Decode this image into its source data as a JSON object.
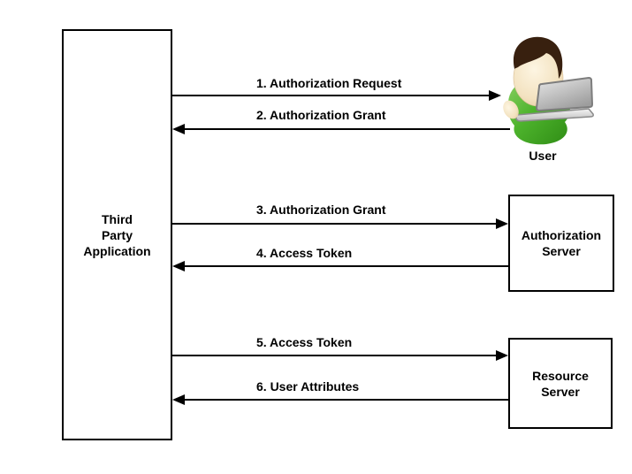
{
  "diagram": {
    "type": "sequence-flow",
    "actors": {
      "third_party_application": {
        "lines": [
          "Third",
          "Party",
          "Application"
        ]
      },
      "user": {
        "label": "User"
      },
      "authorization_server": {
        "lines": [
          "Authorization",
          "Server"
        ]
      },
      "resource_server": {
        "lines": [
          "Resource",
          "Server"
        ]
      }
    },
    "messages": [
      {
        "step": 1,
        "label": "1. Authorization Request",
        "from": "third_party_application",
        "to": "user",
        "direction": "right"
      },
      {
        "step": 2,
        "label": "2. Authorization Grant",
        "from": "user",
        "to": "third_party_application",
        "direction": "left"
      },
      {
        "step": 3,
        "label": "3. Authorization Grant",
        "from": "third_party_application",
        "to": "authorization_server",
        "direction": "right"
      },
      {
        "step": 4,
        "label": "4. Access Token",
        "from": "authorization_server",
        "to": "third_party_application",
        "direction": "left"
      },
      {
        "step": 5,
        "label": "5. Access Token",
        "from": "third_party_application",
        "to": "resource_server",
        "direction": "right"
      },
      {
        "step": 6,
        "label": "6. User Attributes",
        "from": "resource_server",
        "to": "third_party_application",
        "direction": "left"
      }
    ],
    "colors": {
      "background": "#ffffff",
      "line": "#000000",
      "box_border": "#000000",
      "box_fill": "#ffffff",
      "user_shirt": "#4caf2e",
      "user_hair": "#38200f",
      "user_skin": "#f3e2c0",
      "laptop_gray": "#bdbdbd"
    }
  }
}
